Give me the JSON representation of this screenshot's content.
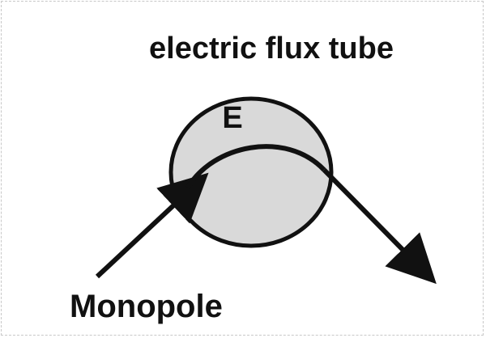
{
  "diagram": {
    "title": "electric flux tube",
    "field_label": "E",
    "particle_label": "Monopole"
  },
  "colors": {
    "ink": "#111111",
    "tube_fill": "#d9d9d9",
    "frame": "#c8c8c8"
  }
}
